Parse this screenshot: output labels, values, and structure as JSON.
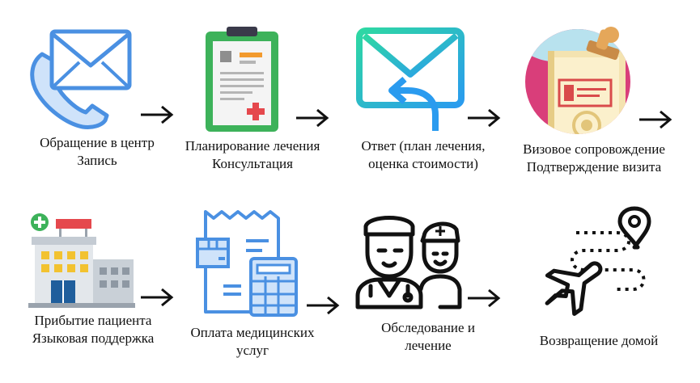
{
  "steps": [
    {
      "line1": "Обращение в центр",
      "line2": "Запись",
      "icon": "phone-mail-icon"
    },
    {
      "line1": "Планирование лечения",
      "line2": "Консультация",
      "icon": "clipboard-icon"
    },
    {
      "line1": "Ответ (план лечения,",
      "line2": "оценка стоимости)",
      "icon": "reply-mail-icon"
    },
    {
      "line1": "Визовое сопровождение",
      "line2": "Подтверждение визита",
      "icon": "visa-stamp-icon"
    },
    {
      "line1": "Прибытие пациента",
      "line2": "Языковая поддержка",
      "icon": "hospital-icon"
    },
    {
      "line1": "Оплата медицинских",
      "line2": "услуг",
      "icon": "receipt-calculator-icon"
    },
    {
      "line1": "Обследование и",
      "line2": "лечение",
      "icon": "doctor-nurse-icon"
    },
    {
      "line1": "Возвращение домой",
      "line2": "",
      "icon": "airplane-route-icon"
    }
  ],
  "colors": {
    "blue": "#4A90E2",
    "light_blue": "#CFE3FA",
    "cyan": "#29C5E6",
    "green_clip": "#3DB25A",
    "pink": "#D93E7A",
    "red": "#E5484D",
    "arrow": "#111111"
  }
}
